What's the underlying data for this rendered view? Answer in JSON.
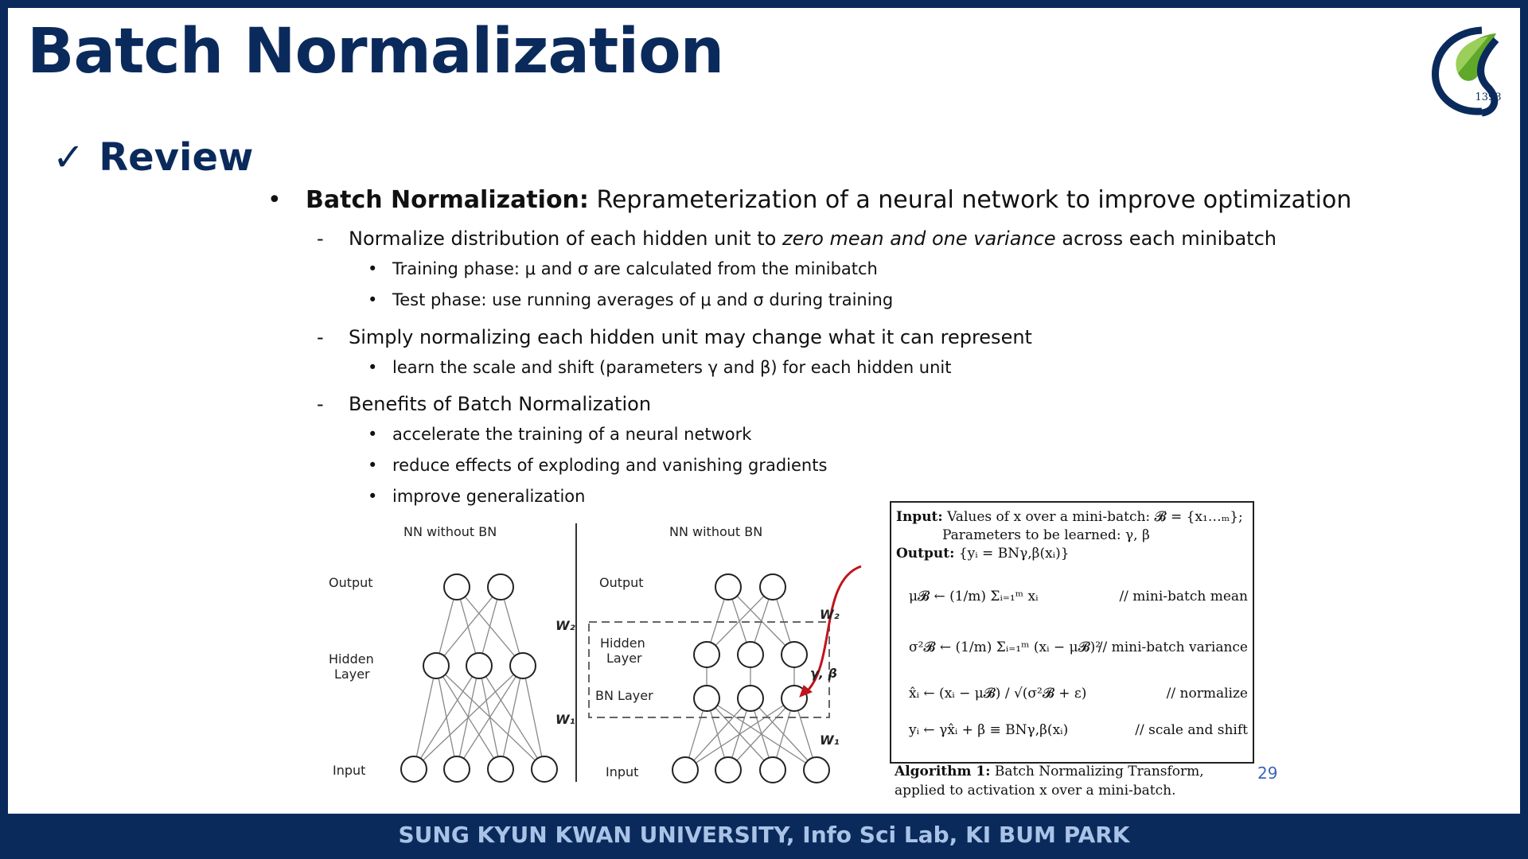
{
  "title": "Batch Normalization",
  "section": {
    "check": "✓",
    "label": "Review"
  },
  "bullets": {
    "main_bold": "Batch Normalization:",
    "main_rest": " Reprameterization of a neural network to improve optimization",
    "d1_pre": "Normalize distribution of each hidden unit to ",
    "d1_em": "zero mean and one variance",
    "d1_post": " across each minibatch",
    "d1_s1": "Training phase: μ and σ are calculated from the minibatch",
    "d1_s2": "Test phase: use running averages of μ and σ during training",
    "d2": "Simply normalizing each hidden unit may change what it can represent",
    "d2_s1": "learn the scale and shift (parameters γ and β) for each hidden unit",
    "d3": "Benefits of Batch Normalization",
    "d3_s1": "accelerate the training of a neural network",
    "d3_s2": "reduce effects of exploding and vanishing gradients",
    "d3_s3": "improve generalization"
  },
  "diagram": {
    "left_title": "NN without BN",
    "right_title": "NN without BN",
    "output": "Output",
    "hidden1": "Hidden",
    "hidden2": "Layer",
    "input": "Input",
    "bn_layer": "BN Layer",
    "w1": "W₁",
    "w2": "W₂",
    "gamma_beta": "γ, β"
  },
  "algorithm": {
    "input_label": "Input:",
    "input_text": "Values of x over a mini-batch: 𝓑 = {x₁…ₘ};",
    "params_text": "Parameters to be learned: γ, β",
    "output_label": "Output:",
    "output_text": "{yᵢ = BNγ,β(xᵢ)}",
    "eq1": "μ𝓑 ← (1/m) Σᵢ₌₁ᵐ xᵢ",
    "c1": "// mini-batch mean",
    "eq2": "σ²𝓑 ← (1/m) Σᵢ₌₁ᵐ (xᵢ − μ𝓑)²",
    "c2": "// mini-batch variance",
    "eq3": "x̂ᵢ ← (xᵢ − μ𝓑) / √(σ²𝓑 + ε)",
    "c3": "// normalize",
    "eq4": "yᵢ ← γx̂ᵢ + β ≡ BNγ,β(xᵢ)",
    "c4": "// scale and shift",
    "caption_bold": "Algorithm 1:",
    "caption_text": " Batch Normalizing Transform, applied to activation x over a mini-batch."
  },
  "page_number": "29",
  "logo": {
    "text": "1398"
  },
  "footer": "SUNG KYUN KWAN UNIVERSITY, Info Sci Lab, KI BUM PARK",
  "colors": {
    "navy": "#0b2a5c",
    "footer_text": "#a9c3e6",
    "arrow": "#c0141c",
    "logo_green": "#5fa82a"
  }
}
